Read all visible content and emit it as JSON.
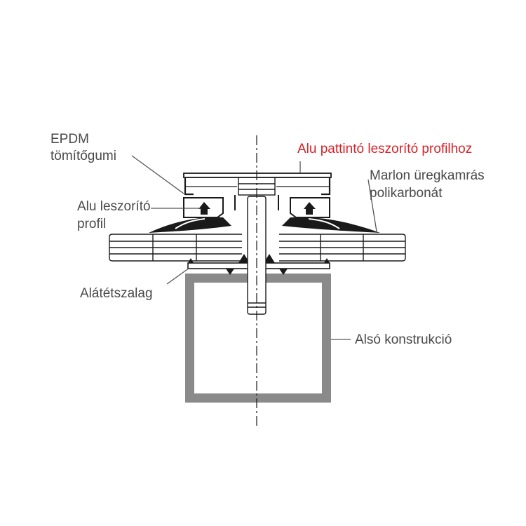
{
  "labels": {
    "epdm_line1": "EPDM",
    "epdm_line2": "tömítőgumi",
    "top_profile": "Alu pattintó leszorító profilhoz",
    "marlon_line1": "Marlon üregkamrás",
    "marlon_line2": "polikarbonát",
    "alu_line1": "Alu leszorító",
    "alu_line2": "profil",
    "tape": "Alátétszalag",
    "construction": "Alsó konstrukció"
  },
  "colors": {
    "text": "#4a4a4a",
    "highlight": "#d8232a",
    "lines": "#1a1a1a",
    "steel": "#8a8a8a"
  }
}
